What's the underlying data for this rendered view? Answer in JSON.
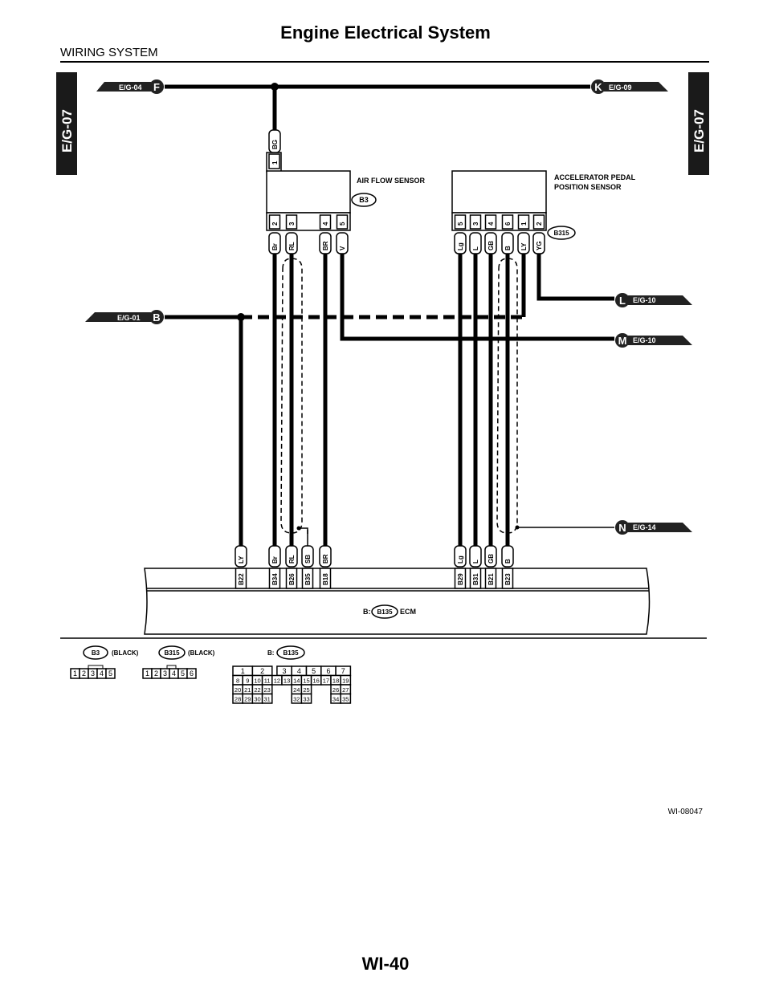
{
  "header": {
    "title": "Engine Electrical System",
    "section": "WIRING SYSTEM"
  },
  "side_tabs": {
    "left": "E/G-07",
    "right": "E/G-07"
  },
  "connectors_ref": {
    "F": {
      "letter": "F",
      "ref": "E/G-04"
    },
    "K": {
      "letter": "K",
      "ref": "E/G-09"
    },
    "B": {
      "letter": "B",
      "ref": "E/G-01"
    },
    "L": {
      "letter": "L",
      "ref": "E/G-10"
    },
    "M": {
      "letter": "M",
      "ref": "E/G-10"
    },
    "N": {
      "letter": "N",
      "ref": "E/G-14"
    }
  },
  "air_flow_sensor": {
    "name": "AIR FLOW SENSOR",
    "connector": "B3",
    "top_pin": {
      "pin": "1",
      "color": "BG"
    },
    "pins": [
      {
        "pin": "2",
        "color": "Br"
      },
      {
        "pin": "3",
        "color": "RL"
      },
      {
        "pin": "4",
        "color": "BR"
      },
      {
        "pin": "5",
        "color": "V"
      }
    ]
  },
  "accel_sensor": {
    "name_line1": "ACCELERATOR PEDAL",
    "name_line2": "POSITION SENSOR",
    "connector": "B315",
    "pins": [
      {
        "pin": "5",
        "color": "Lg"
      },
      {
        "pin": "3",
        "color": "L"
      },
      {
        "pin": "4",
        "color": "GB"
      },
      {
        "pin": "6",
        "color": "B"
      },
      {
        "pin": "1",
        "color": "LY"
      },
      {
        "pin": "2",
        "color": "YG"
      }
    ]
  },
  "ecm": {
    "prefix": "B:",
    "connector": "B135",
    "name": "ECM",
    "pins": [
      {
        "pin": "B22",
        "color": "LY"
      },
      {
        "pin": "B34",
        "color": "Br"
      },
      {
        "pin": "B26",
        "color": "RL"
      },
      {
        "pin": "B35",
        "color": "SB"
      },
      {
        "pin": "B18",
        "color": "BR"
      },
      {
        "pin": "B29",
        "color": "Lg"
      },
      {
        "pin": "B31",
        "color": "L"
      },
      {
        "pin": "B21",
        "color": "GB"
      },
      {
        "pin": "B23",
        "color": "B"
      }
    ]
  },
  "legend": {
    "b3": {
      "connector": "B3",
      "color": "(BLACK)",
      "pins": [
        "1",
        "2",
        "3",
        "4",
        "5"
      ]
    },
    "b315": {
      "connector": "B315",
      "color": "(BLACK)",
      "pins": [
        "1",
        "2",
        "3",
        "4",
        "5",
        "6"
      ]
    },
    "b135": {
      "prefix": "B:",
      "connector": "B135",
      "rows": [
        [
          "1",
          "2",
          "3",
          "4",
          "5",
          "6",
          "7"
        ],
        [
          "8",
          "9",
          "10",
          "11",
          "12",
          "13",
          "14",
          "15",
          "16",
          "17",
          "18",
          "19"
        ],
        [
          "20",
          "21",
          "22",
          "23",
          "24",
          "25",
          "26",
          "27"
        ],
        [
          "28",
          "29",
          "30",
          "31",
          "32",
          "33",
          "34",
          "35"
        ]
      ]
    }
  },
  "figure_id": "WI-08047",
  "page_number": "WI-40"
}
